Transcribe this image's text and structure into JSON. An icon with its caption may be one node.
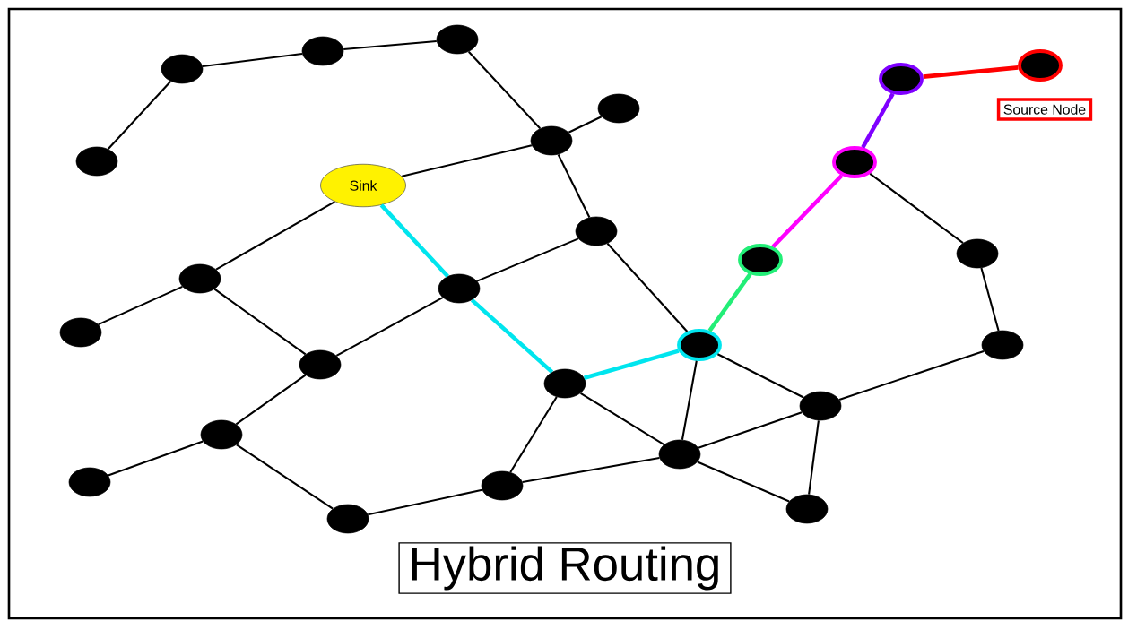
{
  "diagram": {
    "title": "Hybrid Routing",
    "nodes": [
      {
        "text": [],
        "shape": "circle"
      },
      {
        "text": [],
        "shape": "circle"
      },
      {
        "text": [],
        "shape": "circle"
      },
      {
        "text": [],
        "shape": "circle"
      },
      {
        "text": [],
        "shape": "circle"
      },
      {
        "text": [
          "Source Node"
        ]
      },
      {
        "text": [],
        "shape": "circle"
      },
      {
        "text": [],
        "shape": "circle"
      },
      {
        "text": [],
        "shape": "circle"
      },
      {
        "text": [],
        "shape": "circle"
      },
      {
        "text": [
          "Sink"
        ]
      },
      {
        "text": [],
        "shape": "circle"
      },
      {
        "text": [],
        "shape": "circle"
      },
      {
        "text": [],
        "shape": "circle"
      },
      {
        "text": [],
        "shape": "circle"
      },
      {
        "text": [],
        "shape": "circle"
      },
      {
        "text": [],
        "shape": "circle"
      },
      {
        "text": [],
        "shape": "circle"
      },
      {
        "text": [],
        "shape": "circle"
      },
      {
        "text": [],
        "shape": "circle"
      },
      {
        "text": [],
        "shape": "circle"
      },
      {
        "text": [],
        "shape": "circle"
      },
      {
        "text": [],
        "shape": "circle"
      },
      {
        "text": [],
        "shape": "circle"
      },
      {
        "text": [],
        "shape": "circle"
      },
      {
        "text": [],
        "shape": "circle"
      },
      {
        "text": [],
        "shape": "circle"
      },
      {
        "text": [],
        "shape": "circle"
      }
    ],
    "edges": [
      {
        "from": 8,
        "to": 3,
        "arrow": "none"
      },
      {
        "from": 3,
        "to": 1,
        "arrow": "none"
      },
      {
        "from": 1,
        "to": 0,
        "arrow": "none"
      },
      {
        "from": 0,
        "to": 7,
        "arrow": "none"
      },
      {
        "from": 7,
        "to": 6,
        "arrow": "none"
      },
      {
        "from": 7,
        "to": 10,
        "arrow": "none"
      },
      {
        "from": 7,
        "to": 11,
        "arrow": "none"
      },
      {
        "from": 10,
        "to": 14,
        "arrow": "none"
      },
      {
        "from": 10,
        "to": 15,
        "arrow": "none",
        "style": "thick",
        "color": "#00e5ee"
      },
      {
        "from": 11,
        "to": 15,
        "arrow": "none"
      },
      {
        "from": 11,
        "to": 17,
        "arrow": "none"
      },
      {
        "from": 14,
        "to": 16,
        "arrow": "none"
      },
      {
        "from": 14,
        "to": 19,
        "arrow": "none"
      },
      {
        "from": 19,
        "to": 15,
        "arrow": "none"
      },
      {
        "from": 19,
        "to": 22,
        "arrow": "none"
      },
      {
        "from": 22,
        "to": 24,
        "arrow": "none"
      },
      {
        "from": 22,
        "to": 27,
        "arrow": "none"
      },
      {
        "from": 27,
        "to": 25,
        "arrow": "none"
      },
      {
        "from": 25,
        "to": 20,
        "arrow": "none"
      },
      {
        "from": 15,
        "to": 20,
        "arrow": "none",
        "style": "thick",
        "color": "#00e5ee"
      },
      {
        "from": 20,
        "to": 17,
        "arrow": "none",
        "style": "thick",
        "color": "#00e5ee"
      },
      {
        "from": 20,
        "to": 23,
        "arrow": "none"
      },
      {
        "from": 17,
        "to": 23,
        "arrow": "none"
      },
      {
        "from": 17,
        "to": 21,
        "arrow": "none"
      },
      {
        "from": 17,
        "to": 13,
        "arrow": "none",
        "style": "thick",
        "color": "#22ee77"
      },
      {
        "from": 13,
        "to": 9,
        "arrow": "none",
        "style": "thick",
        "color": "#ff00ff"
      },
      {
        "from": 9,
        "to": 4,
        "arrow": "none",
        "style": "thick",
        "color": "#7f00ff"
      },
      {
        "from": 4,
        "to": 2,
        "arrow": "none",
        "style": "thick",
        "color": "#ff0000"
      },
      {
        "from": 9,
        "to": 12,
        "arrow": "none"
      },
      {
        "from": 12,
        "to": 18,
        "arrow": "none"
      },
      {
        "from": 18,
        "to": 21,
        "arrow": "none"
      },
      {
        "from": 21,
        "to": 23,
        "arrow": "none"
      },
      {
        "from": 21,
        "to": 26,
        "arrow": "none"
      },
      {
        "from": 23,
        "to": 26,
        "arrow": "none"
      },
      {
        "from": 25,
        "to": 23,
        "arrow": "none"
      }
    ]
  }
}
